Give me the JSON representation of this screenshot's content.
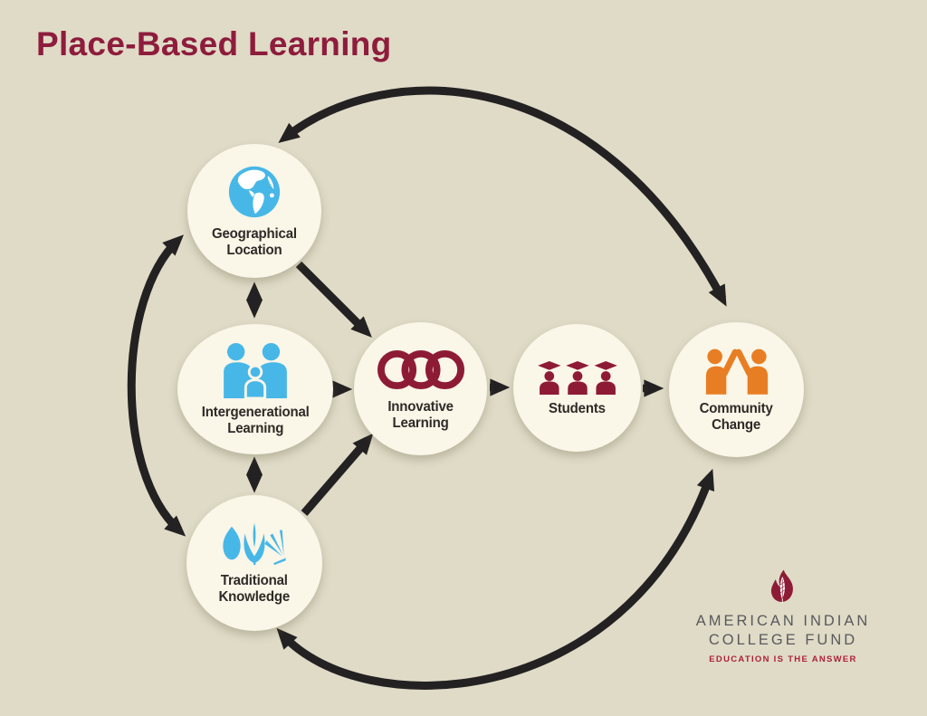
{
  "title": "Place-Based Learning",
  "nodes": [
    {
      "id": "geographical-location",
      "line1": "Geographical",
      "line2": "Location",
      "icon": "globe-icon",
      "icon_color": "#47b7e8"
    },
    {
      "id": "intergenerational-learning",
      "line1": "Intergenerational",
      "line2": "Learning",
      "icon": "family-icon",
      "icon_color": "#47b7e8"
    },
    {
      "id": "traditional-knowledge",
      "line1": "Traditional",
      "line2": "Knowledge",
      "icon": "plants-icon",
      "icon_color": "#47b7e8"
    },
    {
      "id": "innovative-learning",
      "line1": "Innovative",
      "line2": "Learning",
      "icon": "interlocking-rings-icon",
      "icon_color": "#8e1b35"
    },
    {
      "id": "students",
      "line1": "Students",
      "line2": "",
      "icon": "graduates-icon",
      "icon_color": "#8e1b35"
    },
    {
      "id": "community-change",
      "line1": "Community",
      "line2": "Change",
      "icon": "high-five-icon",
      "icon_color": "#e87e24"
    }
  ],
  "connections": [
    {
      "from": "geographical-location",
      "to": "community-change",
      "style": "curved-arc-top",
      "direction": "bidirectional"
    },
    {
      "from": "geographical-location",
      "to": "traditional-knowledge",
      "style": "curved-arc-left",
      "direction": "bidirectional"
    },
    {
      "from": "traditional-knowledge",
      "to": "community-change",
      "style": "curved-arc-bottom",
      "direction": "bidirectional"
    },
    {
      "from": "geographical-location",
      "to": "intergenerational-learning",
      "style": "short-vertical",
      "direction": "bidirectional"
    },
    {
      "from": "intergenerational-learning",
      "to": "traditional-knowledge",
      "style": "short-vertical",
      "direction": "bidirectional"
    },
    {
      "from": "geographical-location",
      "to": "innovative-learning",
      "style": "diagonal",
      "direction": "one-way"
    },
    {
      "from": "traditional-knowledge",
      "to": "innovative-learning",
      "style": "diagonal",
      "direction": "one-way"
    },
    {
      "from": "intergenerational-learning",
      "to": "innovative-learning",
      "style": "short-horizontal",
      "direction": "one-way"
    },
    {
      "from": "innovative-learning",
      "to": "students",
      "style": "short-horizontal",
      "direction": "one-way"
    },
    {
      "from": "students",
      "to": "community-change",
      "style": "short-horizontal",
      "direction": "one-way"
    }
  ],
  "logo": {
    "org_line1": "AMERICAN INDIAN",
    "org_line2": "COLLEGE FUND",
    "tagline": "EDUCATION IS THE ANSWER",
    "mark": "flame-feather-icon"
  },
  "colors": {
    "background": "#dfdbc7",
    "node_fill": "#faf6e8",
    "title": "#8e1c3c",
    "arrow": "#242122",
    "blue_icon": "#47b7e8",
    "maroon_icon": "#8e1b35",
    "orange_icon": "#e87e24",
    "label_text": "#2e2b27",
    "logo_gray": "#59595b",
    "tagline_red": "#ad2038"
  }
}
